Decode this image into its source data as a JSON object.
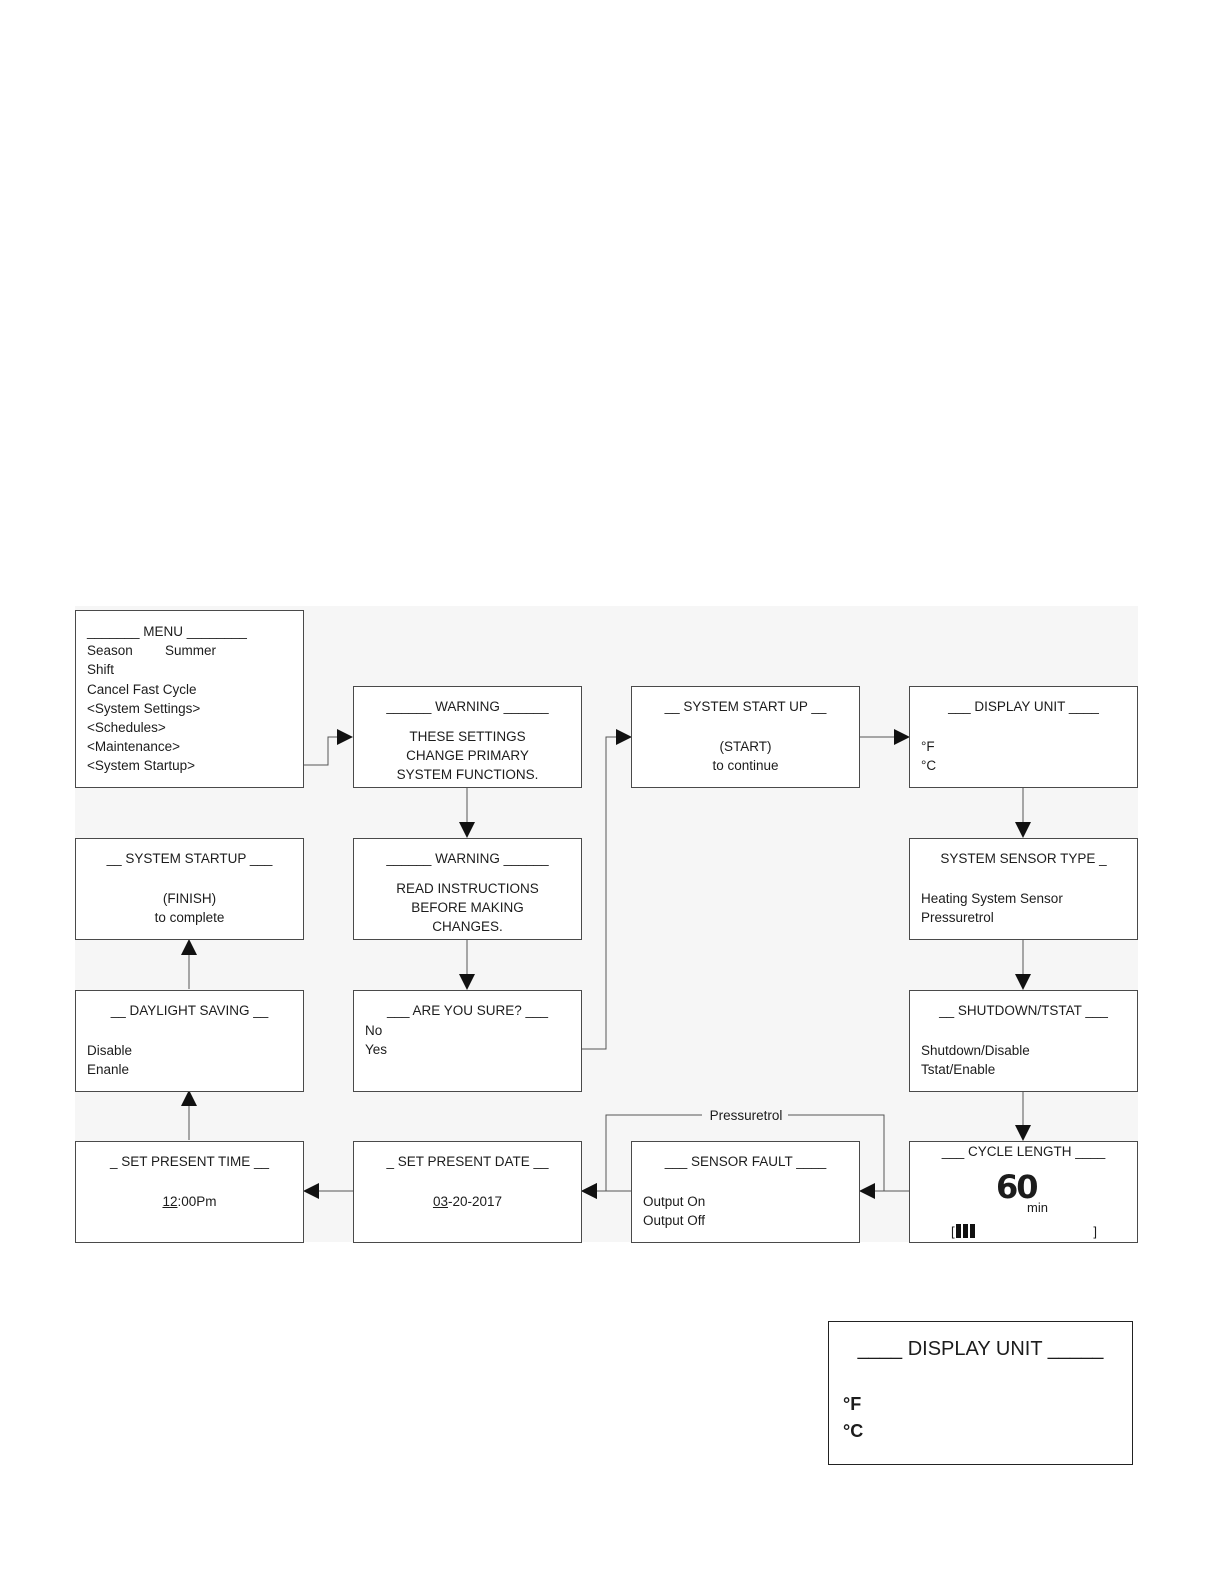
{
  "diagram": {
    "menu": {
      "title": "_______ MENU ________",
      "season_label": "Season",
      "season_value": "Summer",
      "items": [
        "Shift",
        "Cancel Fast Cycle",
        "<System Settings>",
        "<Schedules>",
        "<Maintenance>",
        "<System Startup>"
      ]
    },
    "warning1": {
      "title": "______ WARNING ______",
      "lines": [
        "THESE SETTINGS",
        "CHANGE PRIMARY",
        "SYSTEM FUNCTIONS."
      ]
    },
    "system_start_up": {
      "title": "__ SYSTEM START UP __",
      "lines": [
        "(START)",
        "to continue"
      ]
    },
    "display_unit": {
      "title": "___ DISPLAY UNIT ____",
      "options": [
        "°F",
        "°C"
      ]
    },
    "system_startup_finish": {
      "title": "__ SYSTEM STARTUP ___",
      "lines": [
        "(FINISH)",
        "to complete"
      ]
    },
    "warning2": {
      "title": "______ WARNING ______",
      "lines": [
        "READ INSTRUCTIONS",
        "BEFORE MAKING",
        "CHANGES."
      ]
    },
    "sensor_type": {
      "title": "SYSTEM SENSOR TYPE _",
      "options": [
        "Heating System Sensor",
        "Pressuretrol"
      ]
    },
    "daylight_saving": {
      "title": "__ DAYLIGHT SAVING __",
      "options": [
        "Disable",
        "Enanle"
      ]
    },
    "are_you_sure": {
      "title": "___ ARE YOU SURE? ___",
      "options": [
        "No",
        "Yes"
      ]
    },
    "shutdown_tstat": {
      "title": "__ SHUTDOWN/TSTAT ___",
      "options": [
        "Shutdown/Disable",
        "Tstat/Enable"
      ]
    },
    "set_time": {
      "title": "_ SET PRESENT TIME __",
      "value_hour": "12",
      "value_rest": ":00Pm"
    },
    "set_date": {
      "title": "_ SET PRESENT DATE __",
      "value_month": "03",
      "value_rest": "-20-2017"
    },
    "sensor_fault": {
      "title": "___ SENSOR FAULT ____",
      "options": [
        "Output On",
        "Output Off"
      ]
    },
    "cycle_length": {
      "title": "___ CYCLE LENGTH ____",
      "value": "60",
      "unit": "min",
      "bar_left": "[",
      "bar_right": "]",
      "bar_level": 0.15
    },
    "branch_label": "Pressuretrol"
  },
  "display_unit_detail": {
    "title": "____ DISPLAY UNIT _____",
    "options": [
      "°F",
      "°C"
    ]
  }
}
